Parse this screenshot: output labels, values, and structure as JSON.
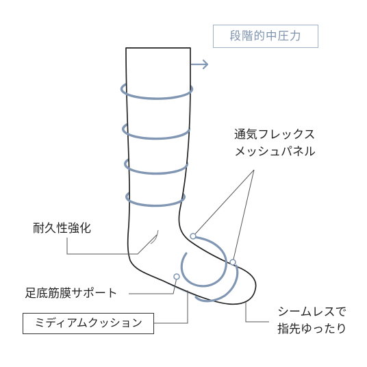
{
  "labels": {
    "pressure": "段階的中圧力",
    "mesh_line1": "通気フレックス",
    "mesh_line2": "メッシュパネル",
    "durability": "耐久性強化",
    "plantar": "足底筋膜サポート",
    "cushion": "ミディアムクッション",
    "seamless_line1": "シームレスで",
    "seamless_line2": "指先ゆったり"
  },
  "colors": {
    "accent": "#8096b3",
    "accent_light": "#c9d4e2",
    "accent_mid": "#9aa9bf",
    "outline": "#222222",
    "leader": "#555555"
  },
  "icons": {
    "pressure_arrow": "arrow-right-icon"
  }
}
